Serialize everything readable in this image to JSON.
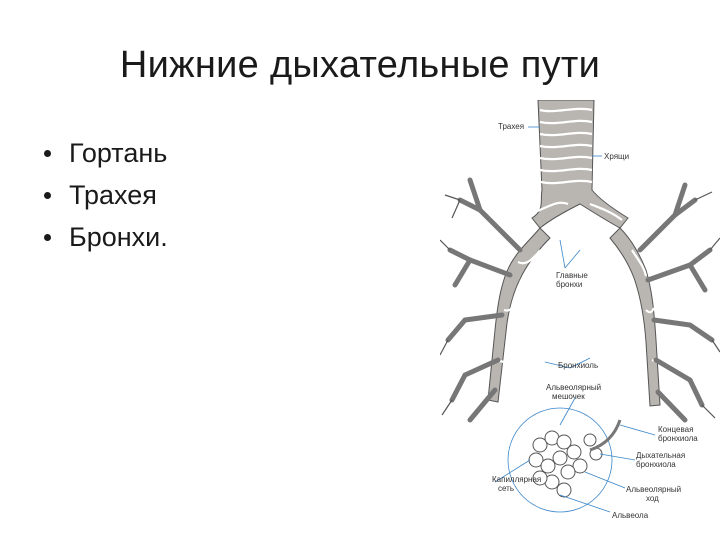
{
  "slide": {
    "title": "Нижние дыхательные пути",
    "bullets": [
      "Гортань",
      "Трахея",
      "Бронхи."
    ]
  },
  "figure": {
    "labels": {
      "trachea": "Трахея",
      "cartilage": "Хрящи",
      "main_bronchi_1": "Главные",
      "main_bronchi_2": "бронхи",
      "bronchiole": "Бронхиоль",
      "alveolar_sac_1": "Альвеолярный",
      "alveolar_sac_2": "мешочек",
      "terminal_bronchiole_1": "Концевая",
      "terminal_bronchiole_2": "бронхиола",
      "respiratory_bronchiole_1": "Дыхательная",
      "respiratory_bronchiole_2": "бронхиола",
      "alveolar_duct_1": "Альвеолярный",
      "alveolar_duct_2": "ход",
      "alveolus": "Альвеола",
      "capillaries_1": "Капиллярная",
      "capillaries_2": "сеть"
    },
    "colors": {
      "airway": "#b9b6b2",
      "outline": "#555555",
      "pointer": "#3a86c8"
    }
  }
}
